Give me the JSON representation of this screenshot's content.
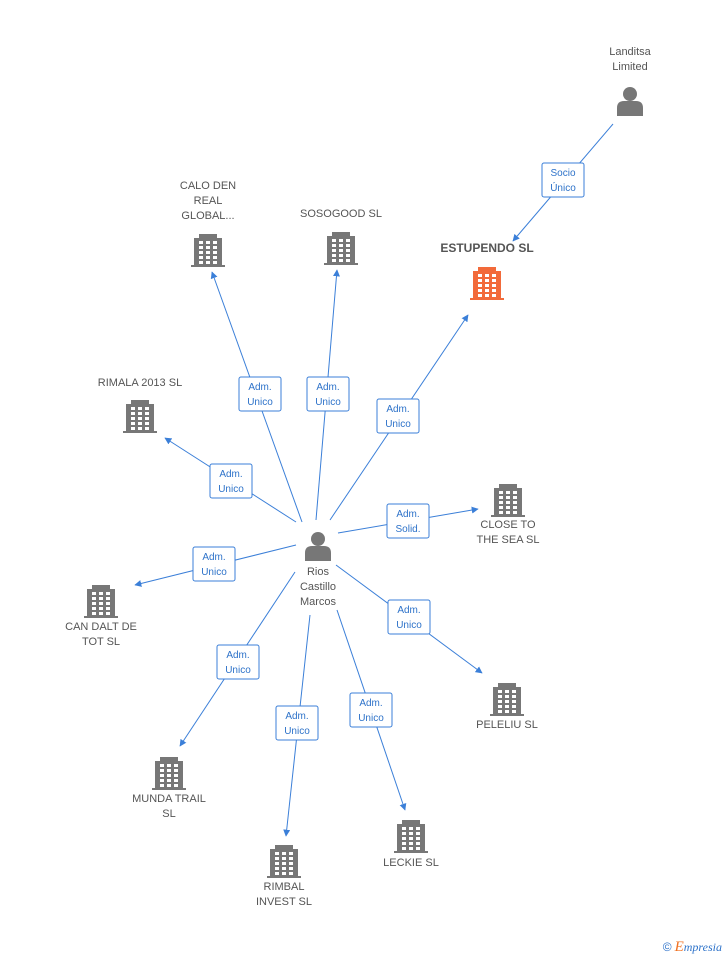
{
  "colors": {
    "edge": "#3b7fd8",
    "company": "#777777",
    "focus_company": "#f26a3a",
    "person": "#777777"
  },
  "nodes": [
    {
      "id": "landitsa",
      "type": "person",
      "label": [
        "Landitsa",
        "Limited"
      ]
    },
    {
      "id": "estupendo",
      "type": "company",
      "focus": true,
      "label": [
        "ESTUPENDO SL"
      ]
    },
    {
      "id": "rios",
      "type": "person",
      "label": [
        "Rios",
        "Castillo",
        "Marcos"
      ]
    },
    {
      "id": "calo",
      "type": "company",
      "label": [
        "CALO DEN",
        "REAL",
        "GLOBAL..."
      ]
    },
    {
      "id": "sosogood",
      "type": "company",
      "label": [
        "SOSOGOOD  SL"
      ]
    },
    {
      "id": "rimala",
      "type": "company",
      "label": [
        "RIMALA 2013  SL"
      ]
    },
    {
      "id": "closetothesea",
      "type": "company",
      "label": [
        "CLOSE TO",
        "THE SEA  SL"
      ]
    },
    {
      "id": "candalt",
      "type": "company",
      "label": [
        "CAN DALT DE",
        "TOT SL"
      ]
    },
    {
      "id": "peleliu",
      "type": "company",
      "label": [
        "PELELIU SL"
      ]
    },
    {
      "id": "mundatrail",
      "type": "company",
      "label": [
        "MUNDA TRAIL",
        "SL"
      ]
    },
    {
      "id": "rimbal",
      "type": "company",
      "label": [
        "RIMBAL",
        "INVEST SL"
      ]
    },
    {
      "id": "leckie",
      "type": "company",
      "label": [
        "LECKIE  SL"
      ]
    }
  ],
  "edges": [
    {
      "from": "landitsa",
      "to": "estupendo",
      "label": [
        "Socio",
        "Único"
      ]
    },
    {
      "from": "rios",
      "to": "calo",
      "label": [
        "Adm.",
        "Unico"
      ]
    },
    {
      "from": "rios",
      "to": "sosogood",
      "label": [
        "Adm.",
        "Unico"
      ]
    },
    {
      "from": "rios",
      "to": "estupendo",
      "label": [
        "Adm.",
        "Unico"
      ]
    },
    {
      "from": "rios",
      "to": "rimala",
      "label": [
        "Adm.",
        "Unico"
      ]
    },
    {
      "from": "rios",
      "to": "closetothesea",
      "label": [
        "Adm.",
        "Solid."
      ]
    },
    {
      "from": "rios",
      "to": "candalt",
      "label": [
        "Adm.",
        "Unico"
      ]
    },
    {
      "from": "rios",
      "to": "peleliu",
      "label": [
        "Adm.",
        "Unico"
      ]
    },
    {
      "from": "rios",
      "to": "mundatrail",
      "label": [
        "Adm.",
        "Unico"
      ]
    },
    {
      "from": "rios",
      "to": "rimbal",
      "label": [
        "Adm.",
        "Unico"
      ]
    },
    {
      "from": "rios",
      "to": "leckie",
      "label": [
        "Adm.",
        "Unico"
      ]
    }
  ],
  "footer": {
    "copyright_symbol": "©",
    "brand_initial": "E",
    "brand_rest": "mpresia"
  }
}
